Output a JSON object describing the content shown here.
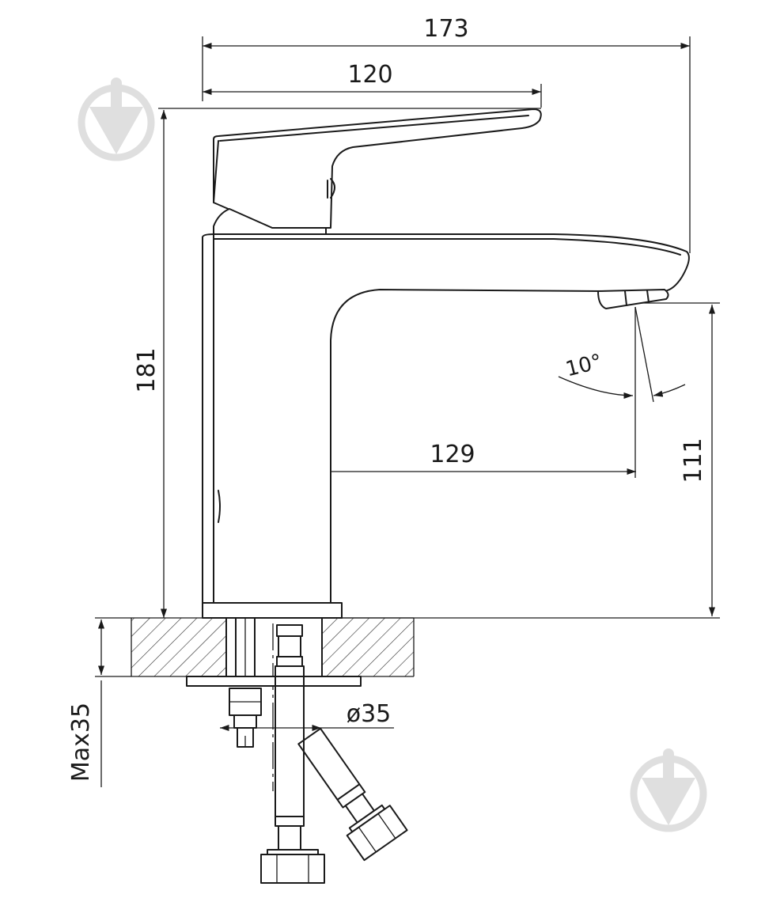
{
  "dimensions": {
    "overall_width": "173",
    "lever_width": "120",
    "total_height": "181",
    "spout_height": "111",
    "spout_reach": "129",
    "spout_angle": "10°",
    "hole_diameter": "ø35",
    "max_thickness": "Max35"
  },
  "watermark": {
    "icon": "pin-drop-icon",
    "color": "#d9d9d9"
  },
  "colors": {
    "line": "#1a1a1a",
    "background": "#ffffff"
  }
}
